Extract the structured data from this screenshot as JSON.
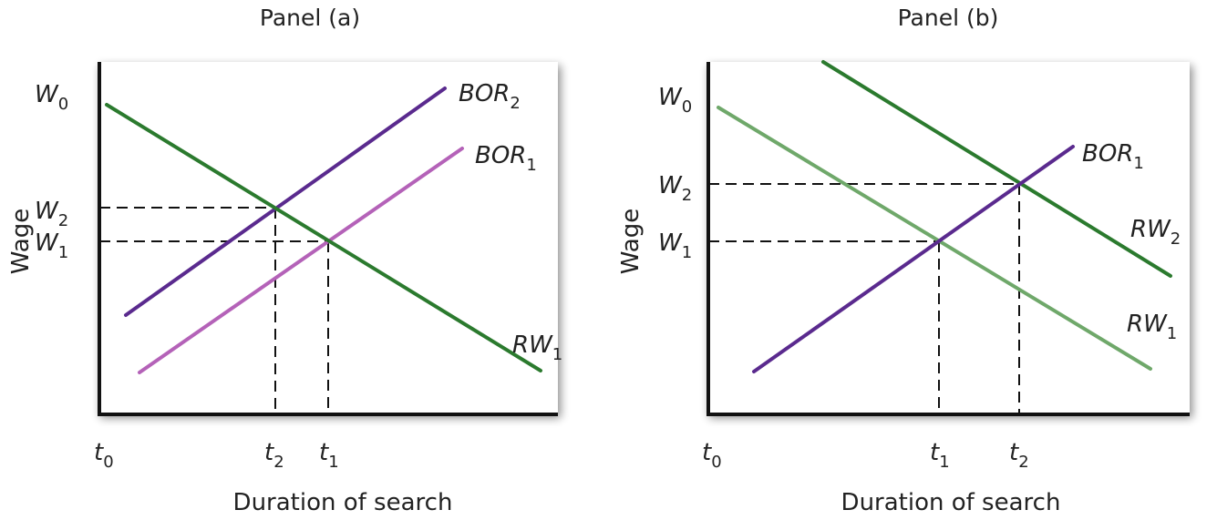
{
  "colors": {
    "rw_dark": "#2b7a2e",
    "rw_light": "#6fa86a",
    "bor_dark": "#5a2a8e",
    "bor_light": "#b462b8",
    "axis": "#111111"
  },
  "panel_a": {
    "title": "Panel (a)",
    "y_label": "Wage",
    "x_label": "Duration of search",
    "y_ticks": [
      {
        "main": "W",
        "sub": "0"
      },
      {
        "main": "W",
        "sub": "2"
      },
      {
        "main": "W",
        "sub": "1"
      }
    ],
    "x_ticks": [
      {
        "main": "t",
        "sub": "0"
      },
      {
        "main": "t",
        "sub": "2"
      },
      {
        "main": "t",
        "sub": "1"
      }
    ],
    "curves": [
      {
        "main": "BOR",
        "sub": "2"
      },
      {
        "main": "BOR",
        "sub": "1"
      },
      {
        "main": "RW",
        "sub": "1"
      }
    ]
  },
  "panel_b": {
    "title": "Panel (b)",
    "y_label": "Wage",
    "x_label": "Duration of search",
    "y_ticks": [
      {
        "main": "W",
        "sub": "0"
      },
      {
        "main": "W",
        "sub": "2"
      },
      {
        "main": "W",
        "sub": "1"
      }
    ],
    "x_ticks": [
      {
        "main": "t",
        "sub": "0"
      },
      {
        "main": "t",
        "sub": "1"
      },
      {
        "main": "t",
        "sub": "2"
      }
    ],
    "curves": [
      {
        "main": "BOR",
        "sub": "1"
      },
      {
        "main": "RW",
        "sub": "2"
      },
      {
        "main": "RW",
        "sub": "1"
      }
    ]
  }
}
